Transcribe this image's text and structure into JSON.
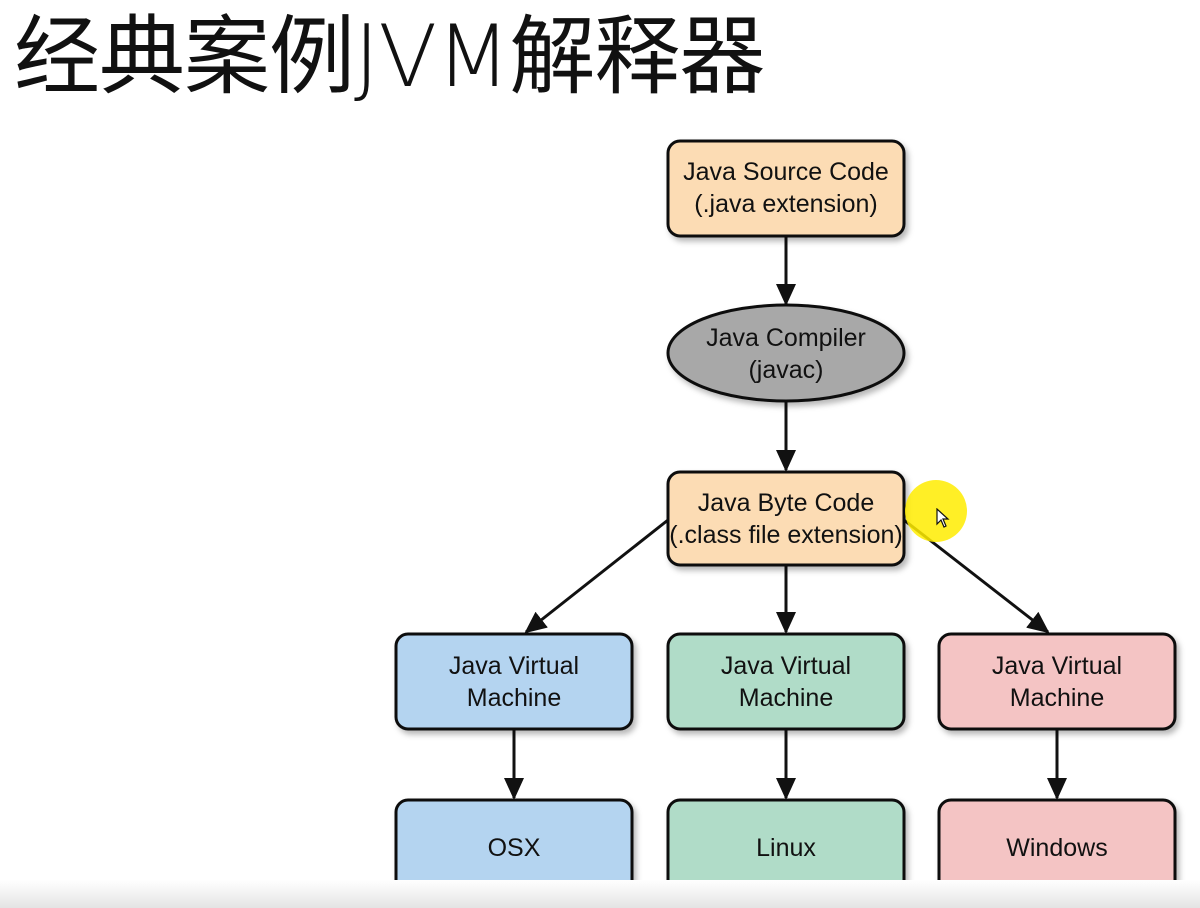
{
  "slide": {
    "title": "经典案例JVM解释器"
  },
  "colors": {
    "source": "#fcdcb4",
    "compiler": "#a8a8a8",
    "bytecode": "#fcdcb4",
    "osx": "#b4d4f0",
    "linux": "#b0dcc8",
    "windows": "#f4c4c4",
    "stroke": "#111111",
    "highlight": "#ffec00"
  },
  "diagram": {
    "source": {
      "line1": "Java Source Code",
      "line2": "(.java extension)"
    },
    "compiler": {
      "line1": "Java Compiler",
      "line2": "(javac)"
    },
    "bytecode": {
      "line1": "Java Byte Code",
      "line2": "(.class file extension)"
    },
    "jvm_osx": {
      "line1": "Java Virtual",
      "line2": "Machine"
    },
    "jvm_linux": {
      "line1": "Java Virtual",
      "line2": "Machine"
    },
    "jvm_windows": {
      "line1": "Java Virtual",
      "line2": "Machine"
    },
    "os_osx": {
      "label": "OSX"
    },
    "os_linux": {
      "label": "Linux"
    },
    "os_windows": {
      "label": "Windows"
    }
  }
}
